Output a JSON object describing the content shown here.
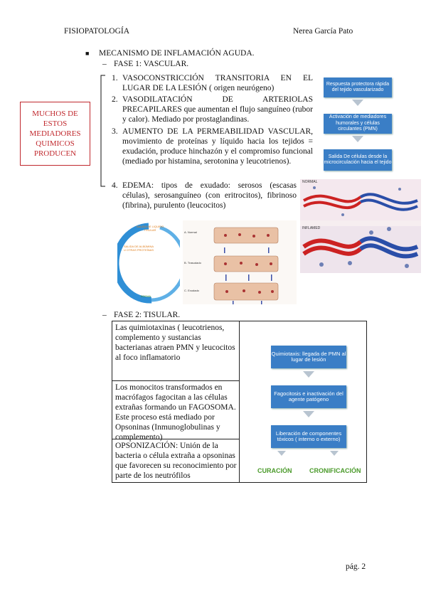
{
  "header": {
    "left": "FISIOPATOLOGÍA",
    "right": "Nerea García Pato"
  },
  "section": {
    "title": "MECANISMO DE INFLAMACIÓN AGUDA.",
    "phase1": "FASE 1: VASCULAR.",
    "items": [
      {
        "num": "1.",
        "text": "VASOCONSTRICCIÓN TRANSITORIA EN EL LUGAR DE LA LESIÓN ( origen neurógeno)"
      },
      {
        "num": "2.",
        "text": "VASODILATACIÓN DE ARTERIOLAS PRECAPILARES que aumentan el flujo sanguíneo (rubor y calor). Mediado por prostaglandinas."
      },
      {
        "num": "3.",
        "text": "AUMENTO DE LA PERMEABILIDAD VASCULAR, movimiento de proteínas y líquido hacia los tejidos = exudación, produce hinchazón y el compromiso funcional (mediado por histamina, serotonina y leucotrienos)."
      },
      {
        "num": "4.",
        "text": "EDEMA: tipos de exudado: serosos (escasas células), serosanguíneo (con eritrocitos), fibrinoso (fibrina), purulento (leucocitos)"
      }
    ],
    "side_note": "MUCHOS DE ESTOS MEDIADORES QUIMICOS PRODUCEN",
    "phase2": "FASE 2: TISULAR."
  },
  "flow1": [
    "Respuesta protectora rápida del tejido vascularizado",
    "Activación de mediadores humorales y células circulantes (PMN)",
    "Salida De células desde la microcirculación hacia el tejido"
  ],
  "cycle_labels": [
    "SALIDA DE LIQUIDO TISULAR",
    "SALIDA DE ALBÚMINA U OTRAS PROTEÍNAS",
    "EDEMA"
  ],
  "vessel_labels": {
    "normal": "NORMAL",
    "inflamed": "INFLAMED",
    "a": "A. Normal",
    "b": "B. Trasudado",
    "c": "C. Exudado"
  },
  "table": [
    "Las quimiotaxinas ( leucotrienos, complemento y sustancias bacterianas atraen PMN y leucocitos al foco inflamatorio",
    "Los monocitos transformados en macrófagos fagocitan a las células extrañas formando un FAGOSOMA. Este proceso está mediado por Opsoninas (Inmunoglobulinas y complemento)",
    "OPSONIZACIÓN: Unión de la bacteria o célula extraña a opsoninas que favorecen su reconocimiento por parte de los neutrófilos"
  ],
  "flow2": [
    "Quimiotaxis: llegada de PMN al lugar de lesión",
    "Fagocitosis e inactivación del agente patógeno",
    "Liberación de componentes tóxicos ( interno o externo)"
  ],
  "outcomes": {
    "left": "CURACIÓN",
    "right": "CRONIFICACIÓN"
  },
  "footer": {
    "page": "pág. 2"
  },
  "colors": {
    "flow_blue": "#3a7ec6",
    "note_red": "#c0282d",
    "outcome_green": "#4a9a2a"
  }
}
